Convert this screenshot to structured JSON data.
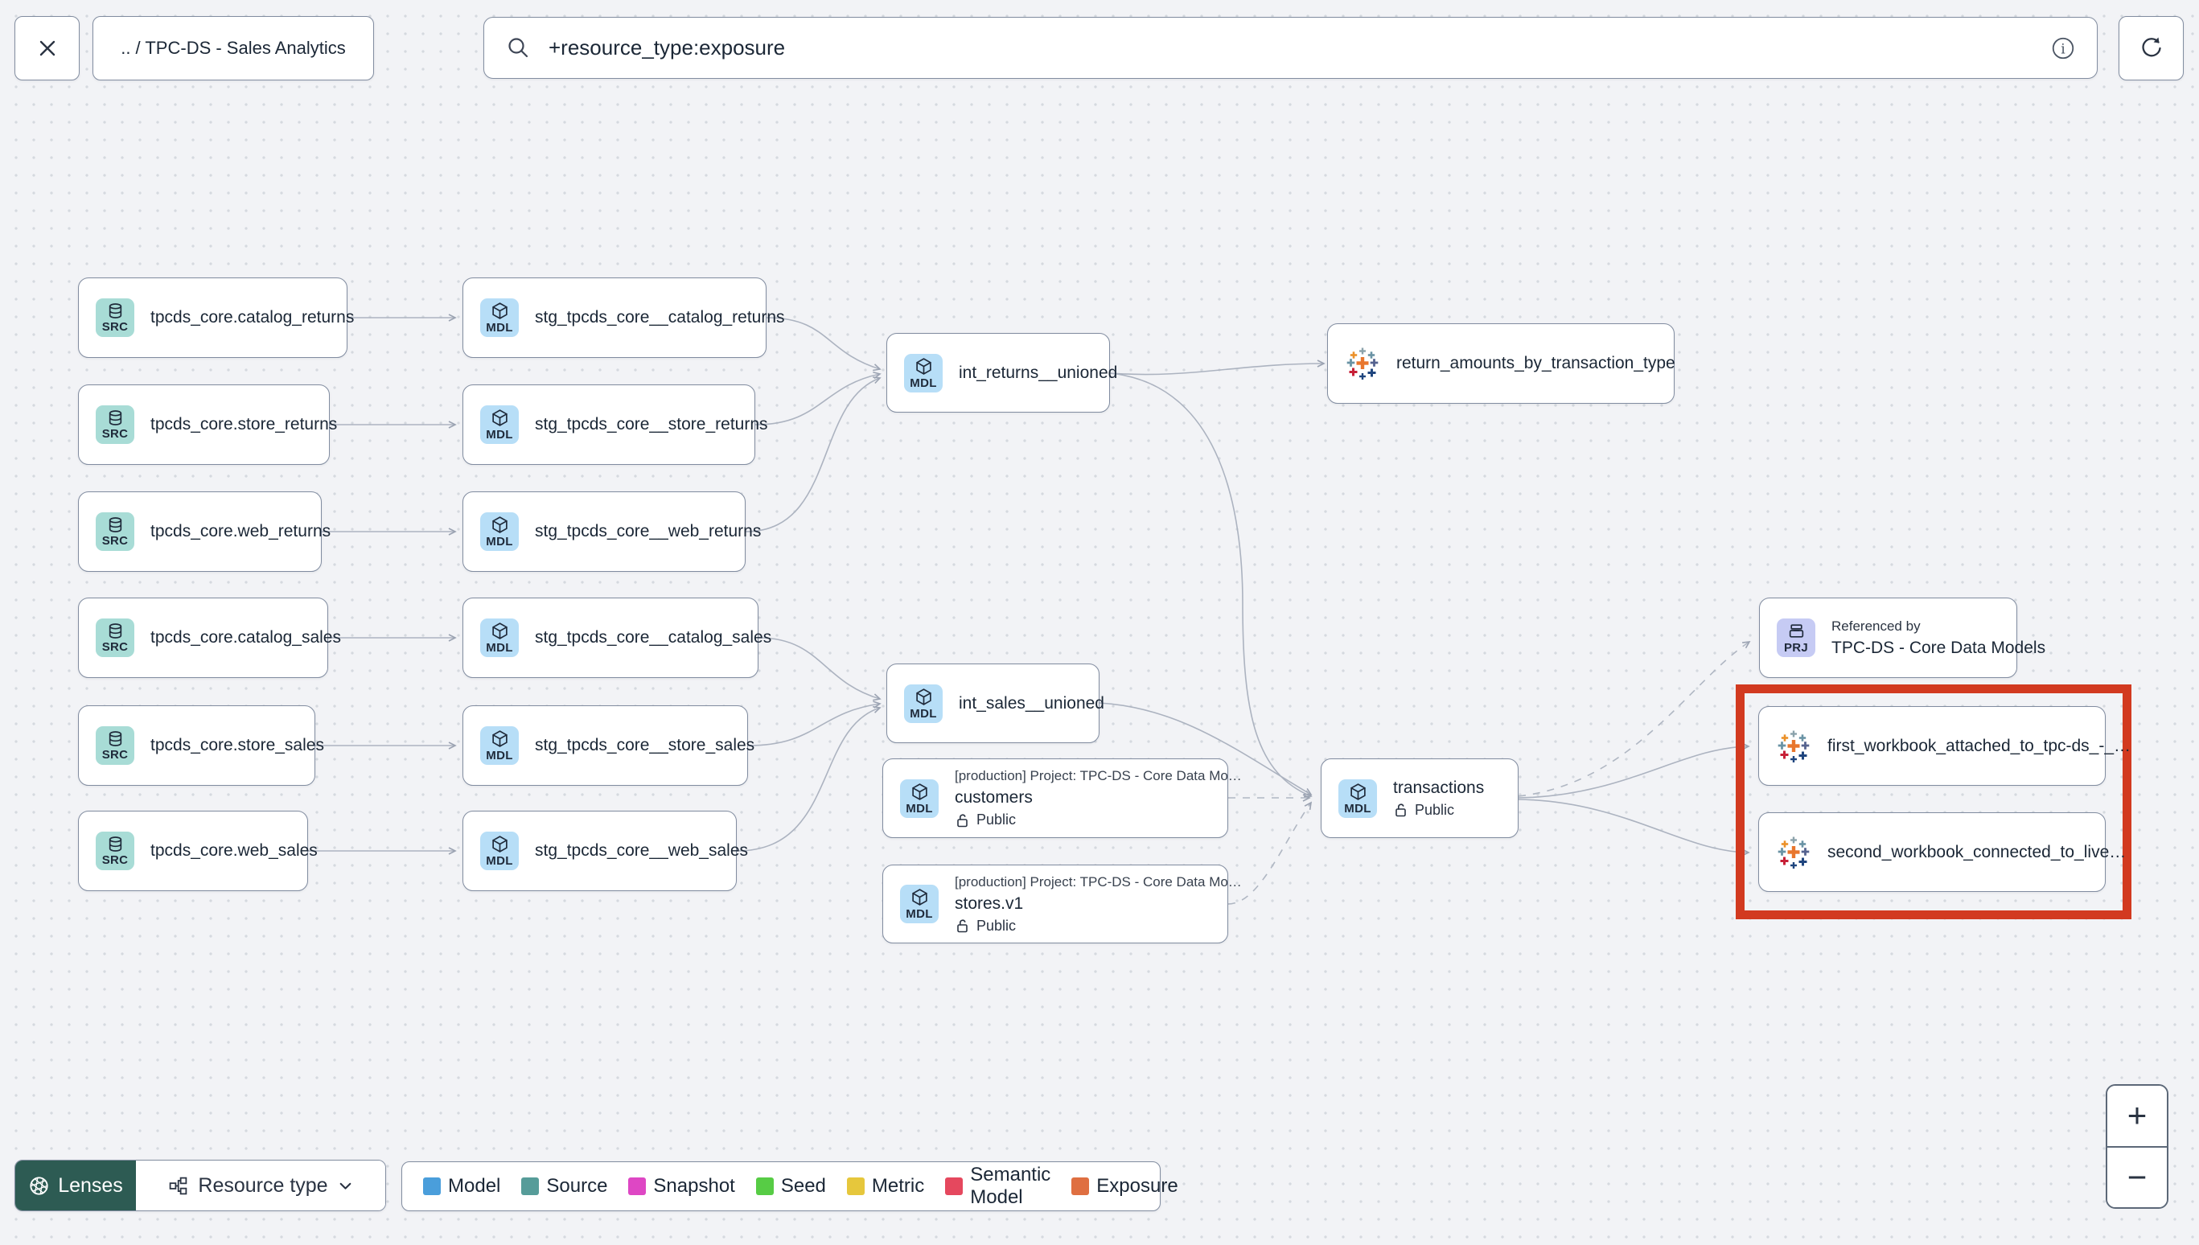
{
  "toolbar": {
    "breadcrumb": ".. / TPC-DS - Sales Analytics",
    "search_value": "+resource_type:exposure"
  },
  "badges": {
    "src": "SRC",
    "mdl": "MDL",
    "prj": "PRJ"
  },
  "nodes": {
    "src_catalog_returns": {
      "label": "tpcds_core.catalog_returns"
    },
    "src_store_returns": {
      "label": "tpcds_core.store_returns"
    },
    "src_web_returns": {
      "label": "tpcds_core.web_returns"
    },
    "src_catalog_sales": {
      "label": "tpcds_core.catalog_sales"
    },
    "src_store_sales": {
      "label": "tpcds_core.store_sales"
    },
    "src_web_sales": {
      "label": "tpcds_core.web_sales"
    },
    "stg_catalog_returns": {
      "label": "stg_tpcds_core__catalog_returns"
    },
    "stg_store_returns": {
      "label": "stg_tpcds_core__store_returns"
    },
    "stg_web_returns": {
      "label": "stg_tpcds_core__web_returns"
    },
    "stg_catalog_sales": {
      "label": "stg_tpcds_core__catalog_sales"
    },
    "stg_store_sales": {
      "label": "stg_tpcds_core__store_sales"
    },
    "stg_web_sales": {
      "label": "stg_tpcds_core__web_sales"
    },
    "int_returns": {
      "label": "int_returns__unioned"
    },
    "int_sales": {
      "label": "int_sales__unioned"
    },
    "customers": {
      "project": "[production] Project: TPC-DS - Core Data Mo…",
      "name": "customers",
      "access": "Public"
    },
    "stores": {
      "project": "[production] Project: TPC-DS - Core Data Mo…",
      "name": "stores.v1",
      "access": "Public"
    },
    "transactions": {
      "name": "transactions",
      "access": "Public"
    },
    "return_amounts": {
      "label": "return_amounts_by_transaction_type"
    },
    "referenced_by": {
      "caption": "Referenced by",
      "name": "TPC-DS - Core Data Models"
    },
    "first_workbook": {
      "label": "first_workbook_attached_to_tpc-ds_-_…"
    },
    "second_workbook": {
      "label": "second_workbook_connected_to_live…"
    }
  },
  "controls": {
    "lenses": "Lenses",
    "resource_type": "Resource type"
  },
  "zoom_controls": {
    "zoom_in": "+",
    "zoom_out": "−"
  },
  "legend": {
    "items": [
      {
        "label": "Model",
        "color": "#4a9edb"
      },
      {
        "label": "Source",
        "color": "#569c99"
      },
      {
        "label": "Snapshot",
        "color": "#de47c4"
      },
      {
        "label": "Seed",
        "color": "#57cc45"
      },
      {
        "label": "Metric",
        "color": "#e6c73c"
      },
      {
        "label": "Semantic Model",
        "color": "#e5485e"
      },
      {
        "label": "Exposure",
        "color": "#df6f41"
      }
    ]
  }
}
